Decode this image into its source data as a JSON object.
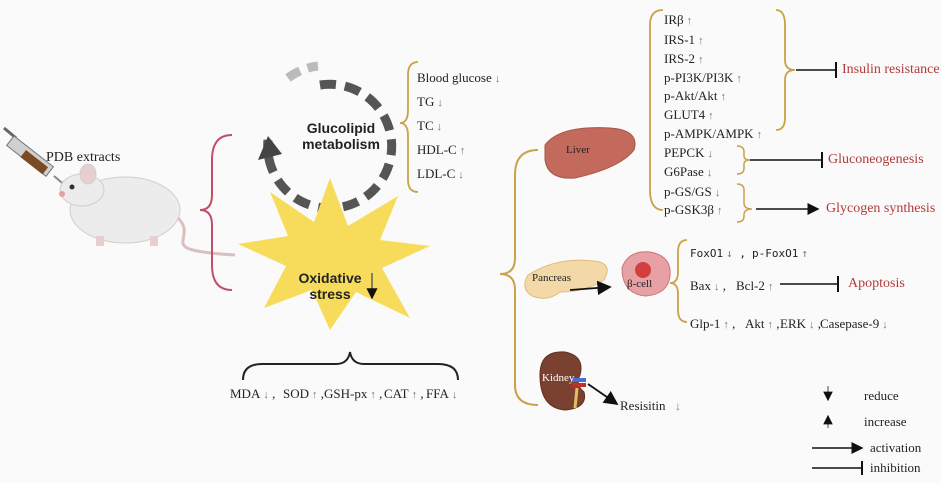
{
  "left": {
    "extract_label": "PDB  extracts"
  },
  "center": {
    "glucolipid": "Glucolipid metabolism",
    "oxidative": "Oxidative stress"
  },
  "metabolism_markers": [
    {
      "label": "Blood glucose",
      "dir": "down"
    },
    {
      "label": "TG",
      "dir": "down"
    },
    {
      "label": "TC",
      "dir": "down"
    },
    {
      "label": "HDL-C",
      "dir": "up"
    },
    {
      "label": "LDL-C",
      "dir": "down"
    }
  ],
  "oxidative_markers": [
    {
      "label": "MDA",
      "dir": "down"
    },
    {
      "label": "SOD",
      "dir": "up"
    },
    {
      "label": "GSH-px",
      "dir": "up"
    },
    {
      "label": "CAT",
      "dir": "up"
    },
    {
      "label": "FFA",
      "dir": "down"
    }
  ],
  "organs": {
    "liver": "Liver",
    "pancreas": "Pancreas",
    "beta_cell": "β-cell",
    "kidney": "Kidney"
  },
  "liver_markers": [
    {
      "label": "IRβ",
      "dir": "up"
    },
    {
      "label": "IRS-1",
      "dir": "up"
    },
    {
      "label": "IRS-2",
      "dir": "up"
    },
    {
      "label": "p-PI3K/PI3K",
      "dir": "up"
    },
    {
      "label": "p-Akt/Akt",
      "dir": "up"
    },
    {
      "label": "GLUT4",
      "dir": "up"
    },
    {
      "label": "p-AMPK/AMPK",
      "dir": "up"
    },
    {
      "label": "PEPCK",
      "dir": "down"
    },
    {
      "label": "G6Pase",
      "dir": "down"
    },
    {
      "label": "p-GS/GS",
      "dir": "down"
    },
    {
      "label": "p-GSK3β",
      "dir": "up"
    }
  ],
  "pancreas_markers": {
    "row1": [
      {
        "label": "FoxO1",
        "dir": "down"
      },
      {
        "label": "p-FoxO1",
        "dir": "up"
      }
    ],
    "row2": [
      {
        "label": "Bax",
        "dir": "down"
      },
      {
        "label": "Bcl-2",
        "dir": "up"
      }
    ],
    "row3": [
      {
        "label": "Glp-1",
        "dir": "up"
      },
      {
        "label": "Akt",
        "dir": "up"
      },
      {
        "label": "ERK",
        "dir": "down"
      },
      {
        "label": "Casepase-9",
        "dir": "down"
      }
    ]
  },
  "outcomes": {
    "insulin_resistance": "Insulin resistance",
    "gluconeogenesis": "Gluconeogenesis",
    "glycogen_synthesis": "Glycogen synthesis",
    "apoptosis": "Apoptosis",
    "resistin": "Resisitin"
  },
  "legend": {
    "reduce": "reduce",
    "increase": "increase",
    "activation": "activation",
    "inhibition": "inhibition"
  },
  "colors": {
    "bracket_gold": "#c9a24a",
    "bracket_red": "#c0506a",
    "outcome_red": "#b03a3a",
    "star_yellow": "#f6dc5a",
    "arrow_gray": "#777777"
  }
}
